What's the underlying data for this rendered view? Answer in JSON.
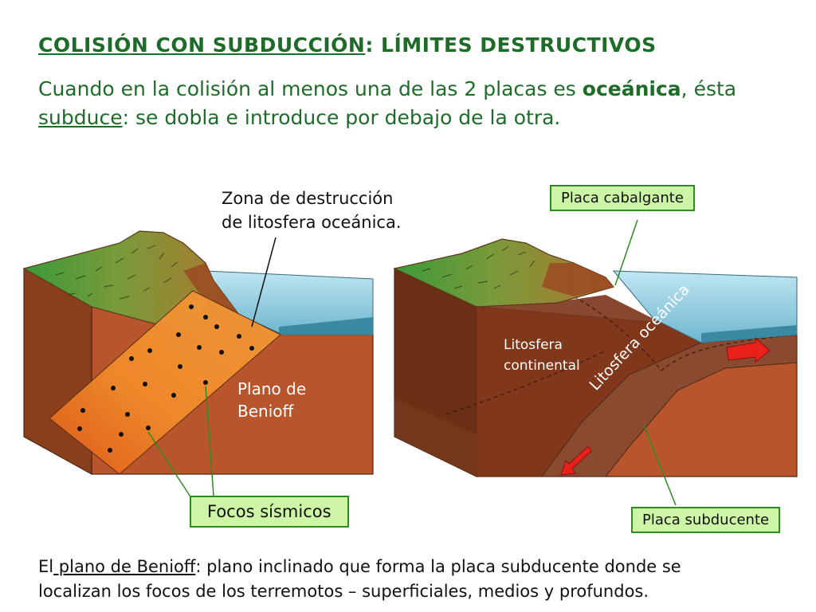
{
  "title": {
    "underlined": "COLISIÓN CON SUBDUCCIÓN",
    "rest": ": LÍMITES DESTRUCTIVOS"
  },
  "intro": {
    "part1": "Cuando en la colisión al menos una de las 2 placas es ",
    "bold": "oceánica",
    "part2": ", ésta ",
    "underlined": "subduce",
    "part3": ": se dobla e introduce por debajo de la otra."
  },
  "left_diagram": {
    "zone_label_line1": "Zona de destrucción",
    "zone_label_line2": "de litosfera oceánica.",
    "benioff_line1": "Plano de",
    "benioff_line2": "Benioff",
    "focos_label": "Focos sísmicos"
  },
  "right_diagram": {
    "placa_cabalgante": "Placa cabalgante",
    "litosfera_continental_line1": "Litosfera",
    "litosfera_continental_line2": "continental",
    "litosfera_oceanica": "Litosfera oceánica",
    "placa_subducente": "Placa subducente"
  },
  "bottom": {
    "prefix": "El",
    "underlined": " plano de Benioff",
    "line1_rest": ": plano inclinado que forma la placa subducente donde se",
    "line2": "localizan los focos de los terremotos – superficiales, medios y profundos."
  },
  "colors": {
    "title_green": "#1f6b2a",
    "box_fill": "#ccf5a5",
    "box_border": "#2e8b1f",
    "arrow_red": "#e8221a"
  }
}
